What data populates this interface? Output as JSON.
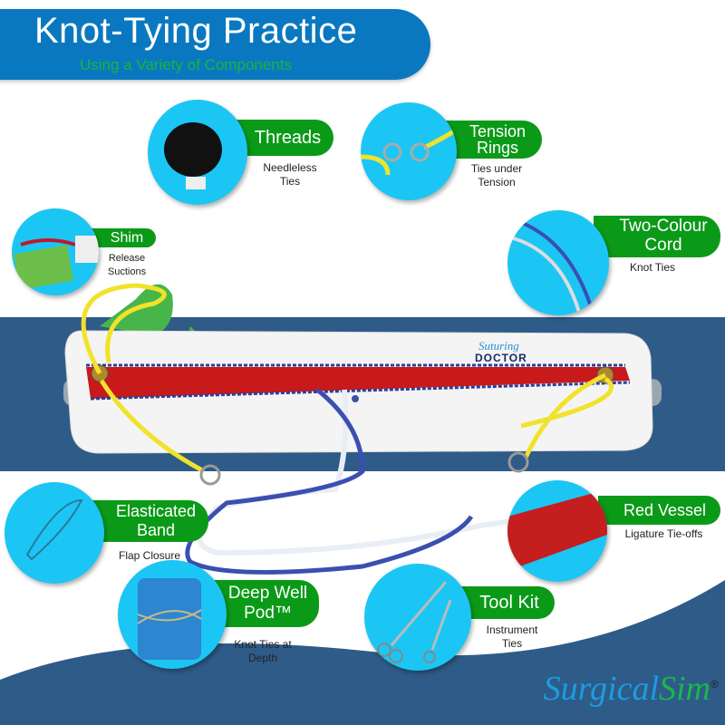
{
  "header": {
    "title": "Knot-Tying Practice",
    "subtitle": "Using a Variety of Components"
  },
  "colors": {
    "header_blue": "#0a78c0",
    "badge_green": "#0b9a18",
    "circle_cyan": "#1bc6f4",
    "band_navy": "#2f5b88",
    "subtitle_green": "#13b83a"
  },
  "components": [
    {
      "name": "Threads",
      "desc": [
        "Needleless",
        "Ties"
      ]
    },
    {
      "name": "Tension Rings",
      "desc": [
        "Ties under",
        "Tension"
      ]
    },
    {
      "name": "Shim",
      "desc": [
        "Release",
        "Suctions"
      ]
    },
    {
      "name": "Two-Colour Cord",
      "desc": [
        "Knot Ties"
      ]
    },
    {
      "name": "Elasticated Band",
      "desc": [
        "Flap Closure"
      ]
    },
    {
      "name": "Red Vessel",
      "desc": [
        "Ligature Tie-offs"
      ]
    },
    {
      "name": "Deep Well Pod™",
      "desc": [
        "Knot Ties at",
        "Depth"
      ]
    },
    {
      "name": "Tool Kit",
      "desc": [
        "Instrument",
        "Ties"
      ]
    }
  ],
  "board": {
    "brand_line1": "Suturing",
    "brand_line2": "DOCTOR"
  },
  "logo": {
    "part1": "Surgical",
    "part2": "Sim",
    "mark": "®"
  }
}
